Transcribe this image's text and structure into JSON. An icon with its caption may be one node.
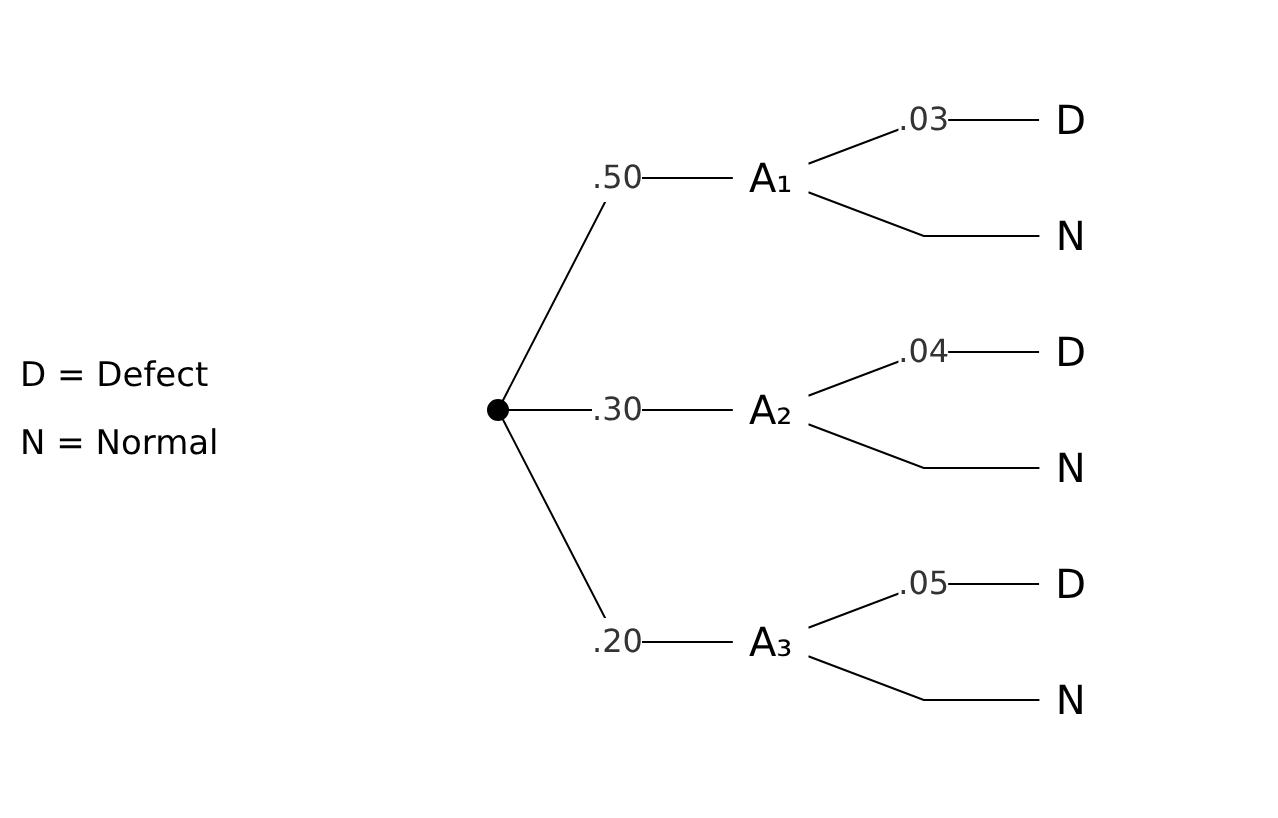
{
  "diagram": {
    "nodes": [
      {
        "text": [],
        "shape": "circle"
      },
      {
        "text": [
          "A₁"
        ]
      },
      {
        "text": [
          "D"
        ]
      },
      {
        "text": [
          "N"
        ]
      },
      {
        "text": [
          "A₂"
        ]
      },
      {
        "text": [
          "D"
        ]
      },
      {
        "text": [
          "N"
        ]
      },
      {
        "text": [
          "A₃"
        ]
      },
      {
        "text": [
          "D"
        ]
      },
      {
        "text": [
          "N"
        ]
      }
    ],
    "edges": [
      {
        "from": 0,
        "to": 1,
        "arrow": "none",
        "label": ".50"
      },
      {
        "from": 0,
        "to": 4,
        "arrow": "none",
        "label": ".30"
      },
      {
        "from": 0,
        "to": 7,
        "arrow": "none",
        "label": ".20"
      },
      {
        "from": 1,
        "to": 2,
        "arrow": "none",
        "label": ".03"
      },
      {
        "from": 1,
        "to": 3,
        "arrow": "none"
      },
      {
        "from": 4,
        "to": 5,
        "arrow": "none",
        "label": ".04"
      },
      {
        "from": 4,
        "to": 6,
        "arrow": "none"
      },
      {
        "from": 7,
        "to": 8,
        "arrow": "none",
        "label": ".05"
      },
      {
        "from": 7,
        "to": 9,
        "arrow": "none"
      }
    ],
    "labels": [
      "D = Defect",
      "N = Normal"
    ]
  }
}
